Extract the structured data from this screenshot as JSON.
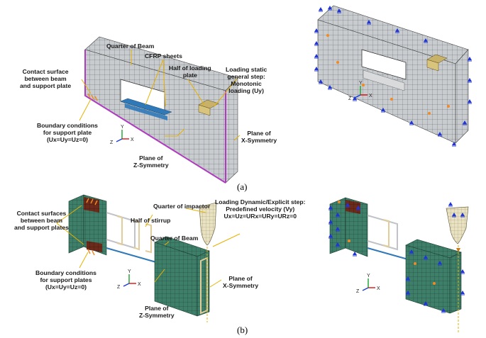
{
  "panel_a": {
    "caption": "(a)",
    "labels": {
      "quarter_beam": "Quarter of Beam",
      "cfrp": "CFRP sheets",
      "half_loading_plate": [
        "Half of loading",
        "plate"
      ],
      "loading_step": [
        "Loading static",
        "general step:",
        "Monotonic",
        "loading (Uy)"
      ],
      "contact_surface": [
        "Contact surface",
        "between beam",
        "and support plate"
      ],
      "boundary_conditions": [
        "Boundary conditions",
        "for support plate",
        "(Ux=Uy=Uz=0)"
      ],
      "plane_x": [
        "Plane of",
        "X-Symmetry"
      ],
      "plane_z": [
        "Plane of",
        "Z-Symmetry"
      ]
    },
    "axes": {
      "y": "Y",
      "z": "Z",
      "x": "X"
    }
  },
  "panel_b": {
    "caption": "(b)",
    "labels": {
      "quarter_impactor": "Quarter of impactor",
      "loading_step": [
        "Loading Dynamic/Explicit step:",
        "Predefined velocity (Vy)",
        "Ux=Uz=URx=URy=URz=0"
      ],
      "contact_surfaces": [
        "Contact surfaces",
        "between beam",
        "and support plates"
      ],
      "half_stirrup": "Half of stirrup",
      "quarter_beam": "Quarter of Beam",
      "boundary_conditions": [
        "Boundary conditions",
        "for support plates",
        "(Ux=Uy=Uz=0)"
      ],
      "plane_x": [
        "Plane of",
        "X-Symmetry"
      ],
      "plane_z": [
        "Plane of",
        "Z-Symmetry"
      ]
    },
    "axes": {
      "y": "Y",
      "z": "Z",
      "x": "X"
    }
  },
  "colors": {
    "mesh_grey": "#c9cccf",
    "mesh_line": "#5a5f66",
    "purple_edge": "#b03ac0",
    "cfrp_blue": "#2f79b8",
    "plate_gold": "#c8b26a",
    "bc_orange": "#f08a24",
    "bc_blue": "#2035d8",
    "concrete_green": "#3e7f69",
    "plate_brown": "#6b2a1a",
    "leader_yellow": "#e8b100"
  }
}
